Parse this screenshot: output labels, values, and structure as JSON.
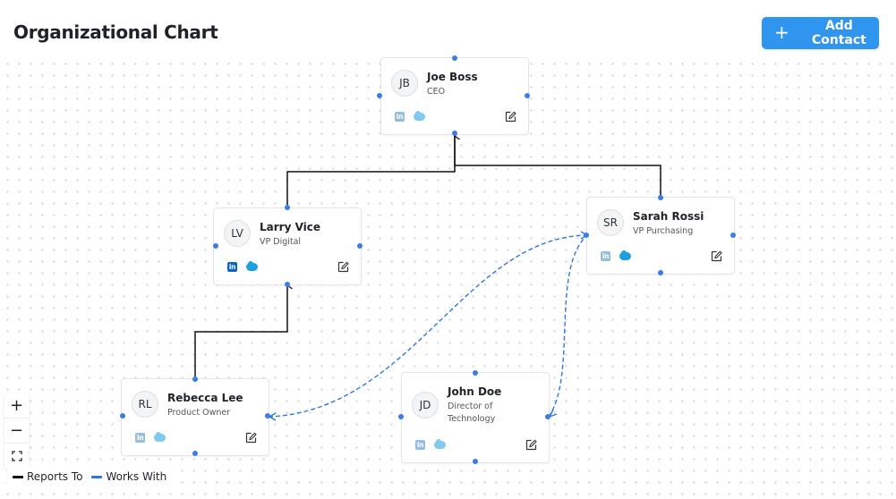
{
  "header": {
    "title": "Organizational Chart",
    "add_button_label": "Add Contact",
    "add_button_icon": "+"
  },
  "nodes": [
    {
      "id": "jb",
      "initials": "JB",
      "name": "Joe Boss",
      "role": "CEO"
    },
    {
      "id": "lv",
      "initials": "LV",
      "name": "Larry Vice",
      "role": "VP Digital"
    },
    {
      "id": "sr",
      "initials": "SR",
      "name": "Sarah Rossi",
      "role": "VP Purchasing"
    },
    {
      "id": "rl",
      "initials": "RL",
      "name": "Rebecca Lee",
      "role": "Product Owner"
    },
    {
      "id": "jd",
      "initials": "JD",
      "name": "John Doe",
      "role": "Director of Technology"
    }
  ],
  "icons": {
    "linkedin": "in"
  },
  "zoom_controls": {
    "zoom_in": "+",
    "zoom_out": "−",
    "fit": "⛶"
  },
  "legend": {
    "reports_to": "Reports To",
    "works_with": "Works With"
  },
  "colors": {
    "accent": "#2f95ee",
    "handle": "#3b7de6",
    "reports_to": "#111111",
    "works_with": "#2f78db"
  }
}
